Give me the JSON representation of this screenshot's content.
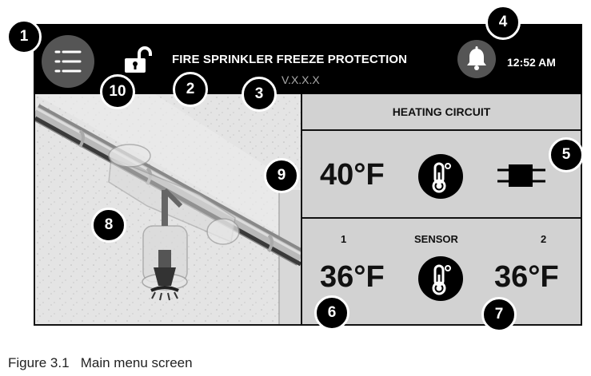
{
  "header": {
    "title": "FIRE SPRINKLER FREEZE PROTECTION",
    "version": "V.X.X.X",
    "time": "12:52 AM",
    "menu_icon": "hamburger-menu-icon",
    "lock_icon": "unlocked-padlock-icon",
    "alarm_icon": "bell-icon"
  },
  "heating_circuit": {
    "heading": "HEATING CIRCUIT",
    "temperature": "40°F",
    "thermometer_icon": "thermometer-icon",
    "heater_icon": "heating-cable-icon"
  },
  "sensors": {
    "label": "SENSOR",
    "sensor1_label": "1",
    "sensor2_label": "2",
    "sensor1_temp": "36°F",
    "sensor2_temp": "36°F"
  },
  "illustration": {
    "subject": "pipe-with-sprinkler-icon"
  },
  "callouts": [
    "1",
    "2",
    "3",
    "4",
    "5",
    "6",
    "7",
    "8",
    "9",
    "10"
  ],
  "caption": {
    "figure": "Figure 3.1",
    "text": "Main menu screen"
  },
  "colors": {
    "topbar": "#000000",
    "panel": "#d2d2d2",
    "button": "#555555",
    "text_dark": "#111111",
    "text_light": "#ffffff"
  }
}
